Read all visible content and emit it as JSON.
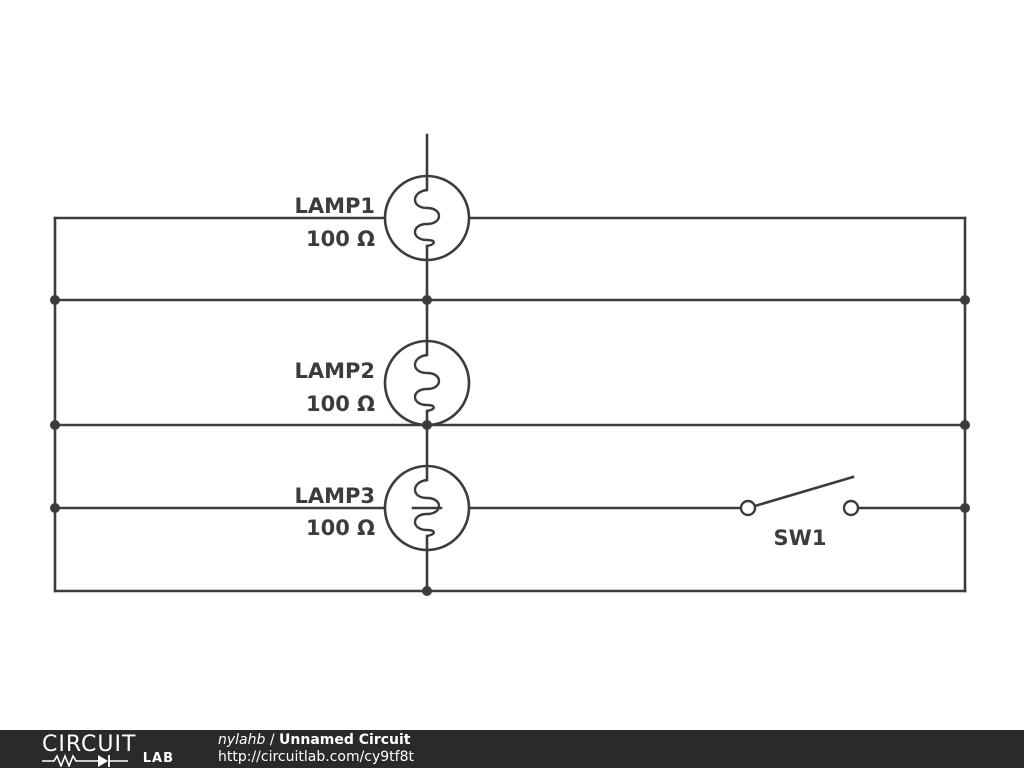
{
  "schematic": {
    "components": [
      {
        "id": "lamp1",
        "name": "LAMP1",
        "value": "100 Ω"
      },
      {
        "id": "lamp2",
        "name": "LAMP2",
        "value": "100 Ω"
      },
      {
        "id": "lamp3",
        "name": "LAMP3",
        "value": "100 Ω"
      },
      {
        "id": "sw1",
        "name": "SW1"
      }
    ],
    "stroke_color": "#3a3d40"
  },
  "footer": {
    "logo_top": "CIRCUIT",
    "logo_bottom": "LAB",
    "author": "nylahb",
    "separator": " / ",
    "circuit_title": "Unnamed Circuit",
    "url": "http://circuitlab.com/cy9tf8t",
    "background": "#2a2a2a"
  }
}
